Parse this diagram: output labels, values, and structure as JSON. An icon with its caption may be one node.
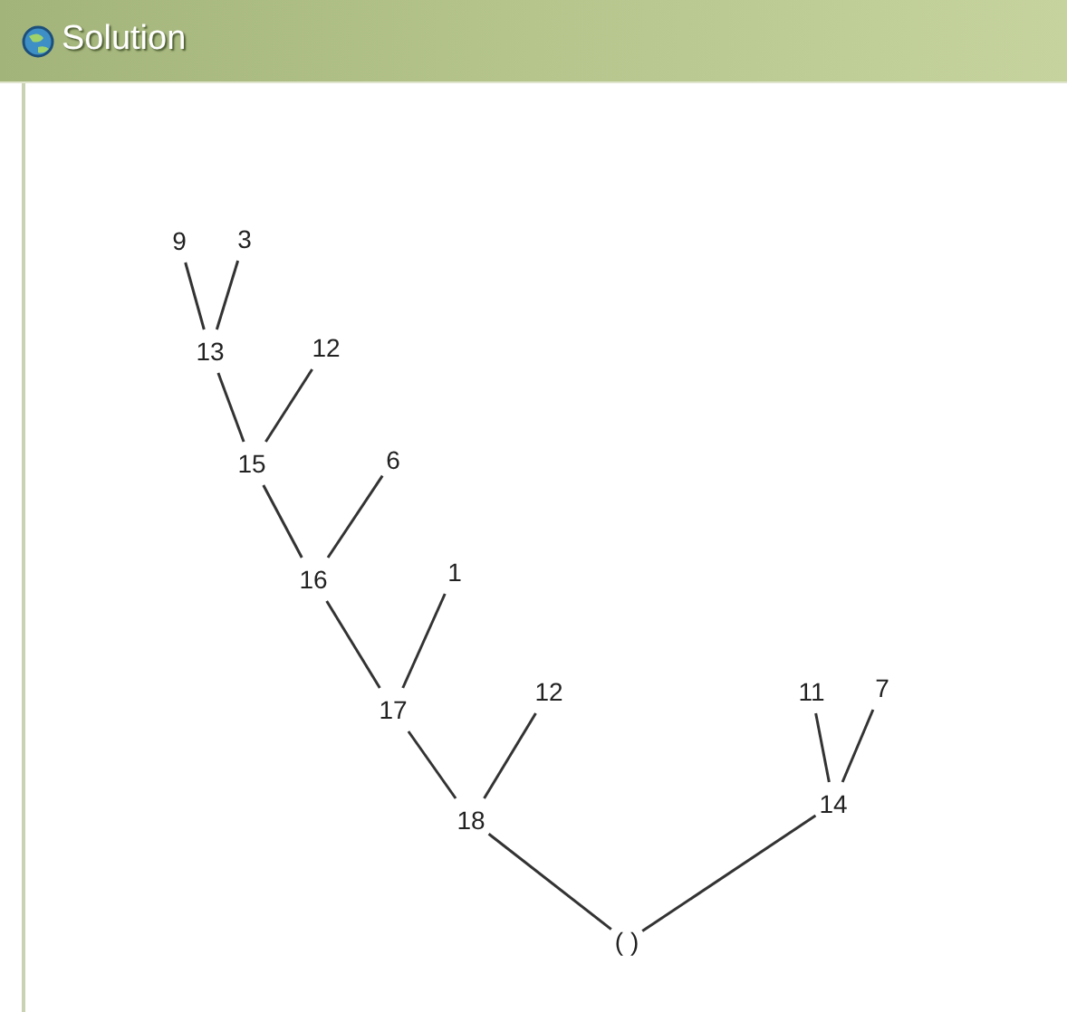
{
  "diagram": {
    "title": "Solution",
    "nodes": [
      {
        "text": [
          "9"
        ]
      },
      {
        "text": [
          "3"
        ]
      },
      {
        "text": [
          "13"
        ]
      },
      {
        "text": [
          "12"
        ]
      },
      {
        "text": [
          "15"
        ]
      },
      {
        "text": [
          "6"
        ]
      },
      {
        "text": [
          "16"
        ]
      },
      {
        "text": [
          "1"
        ]
      },
      {
        "text": [
          "17"
        ]
      },
      {
        "text": [
          "12"
        ]
      },
      {
        "text": [
          "18"
        ]
      },
      {
        "text": [
          "11"
        ]
      },
      {
        "text": [
          "7"
        ]
      },
      {
        "text": [
          "14"
        ]
      },
      {
        "text": [
          "( )"
        ]
      }
    ],
    "edges": [
      {
        "from": 0,
        "to": 2,
        "arrow": "none"
      },
      {
        "from": 1,
        "to": 2,
        "arrow": "none"
      },
      {
        "from": 2,
        "to": 4,
        "arrow": "none"
      },
      {
        "from": 3,
        "to": 4,
        "arrow": "none"
      },
      {
        "from": 4,
        "to": 6,
        "arrow": "none"
      },
      {
        "from": 5,
        "to": 6,
        "arrow": "none"
      },
      {
        "from": 6,
        "to": 8,
        "arrow": "none"
      },
      {
        "from": 7,
        "to": 8,
        "arrow": "none"
      },
      {
        "from": 8,
        "to": 10,
        "arrow": "none"
      },
      {
        "from": 9,
        "to": 10,
        "arrow": "none"
      },
      {
        "from": 11,
        "to": 13,
        "arrow": "none"
      },
      {
        "from": 12,
        "to": 13,
        "arrow": "none"
      },
      {
        "from": 10,
        "to": 14,
        "arrow": "none"
      },
      {
        "from": 13,
        "to": 14,
        "arrow": "none"
      }
    ]
  }
}
